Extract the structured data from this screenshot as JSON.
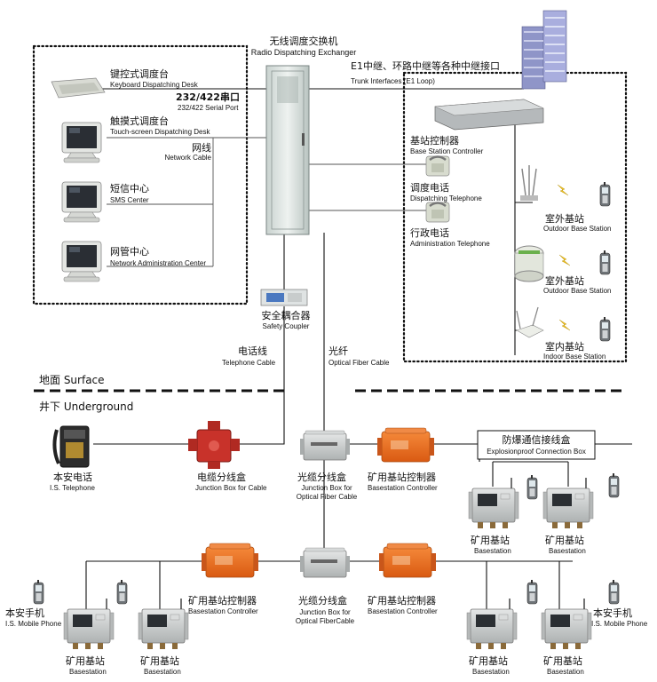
{
  "exchanger": {
    "zh": "无线调度交换机",
    "en": "Radio Dispatching Exchanger"
  },
  "trunk": {
    "zh": "E1中继、环路中继等各种中继接口",
    "en": "Trunk Interfaces (E1 Loop)"
  },
  "keyboard_desk": {
    "zh": "键控式调度台",
    "en": "Keyboard Dispatching Desk"
  },
  "serial_port": {
    "zh": "232/422串口",
    "en": "232/422 Serial Port"
  },
  "touch_desk": {
    "zh": "触摸式调度台",
    "en": "Touch-screen Dispatching Desk"
  },
  "network_cable": {
    "zh": "网线",
    "en": "Network Cable"
  },
  "sms": {
    "zh": "短信中心",
    "en": "SMS Center"
  },
  "nms": {
    "zh": "网管中心",
    "en": "Network Administration Center"
  },
  "bs_controller": {
    "zh": "基站控制器",
    "en": "Base Station Controller"
  },
  "dispatch_tel": {
    "zh": "调度电话",
    "en": "Dispatching Telephone"
  },
  "admin_tel": {
    "zh": "行政电话",
    "en": "Administration Telephone"
  },
  "outdoor_bs": {
    "zh": "室外基站",
    "en": "Outdoor Base Station"
  },
  "indoor_bs": {
    "zh": "室内基站",
    "en": "Indoor Base Station"
  },
  "coupler": {
    "zh": "安全耦合器",
    "en": "Safety Coupler"
  },
  "tel_cable": {
    "zh": "电话线",
    "en": "Telephone Cable"
  },
  "fiber": {
    "zh": "光纤",
    "en": "Optical Fiber Cable"
  },
  "surface": "地面 Surface",
  "underground": "井下 Underground",
  "is_tel": {
    "zh": "本安电话",
    "en": "I.S. Telephone"
  },
  "cable_jbox": {
    "zh": "电缆分线盒",
    "en": "Junction Box for Cable"
  },
  "fiber_jbox1": {
    "zh": "光缆分线盒",
    "en1": "Junction Box for",
    "en2": "Optical Fiber Cable"
  },
  "fiber_jbox2": {
    "zh": "光缆分线盒",
    "en1": "Junction Box for",
    "en2": "Optical FiberCable"
  },
  "mine_ctrl": {
    "zh": "矿用基站控制器",
    "en": "Basestation Controller"
  },
  "ex_box": {
    "zh": "防爆通信接线盒",
    "en": "Explosionproof Connection Box"
  },
  "mine_bs": {
    "zh": "矿用基站",
    "en": "Basestation"
  },
  "is_phone": {
    "zh": "本安手机",
    "en": "I.S. Mobile Phone"
  },
  "colors": {
    "cabinet": "#dfe5e3",
    "orange": "#e86a1c",
    "red": "#c8322a",
    "gray_box": "#c9cccc"
  }
}
